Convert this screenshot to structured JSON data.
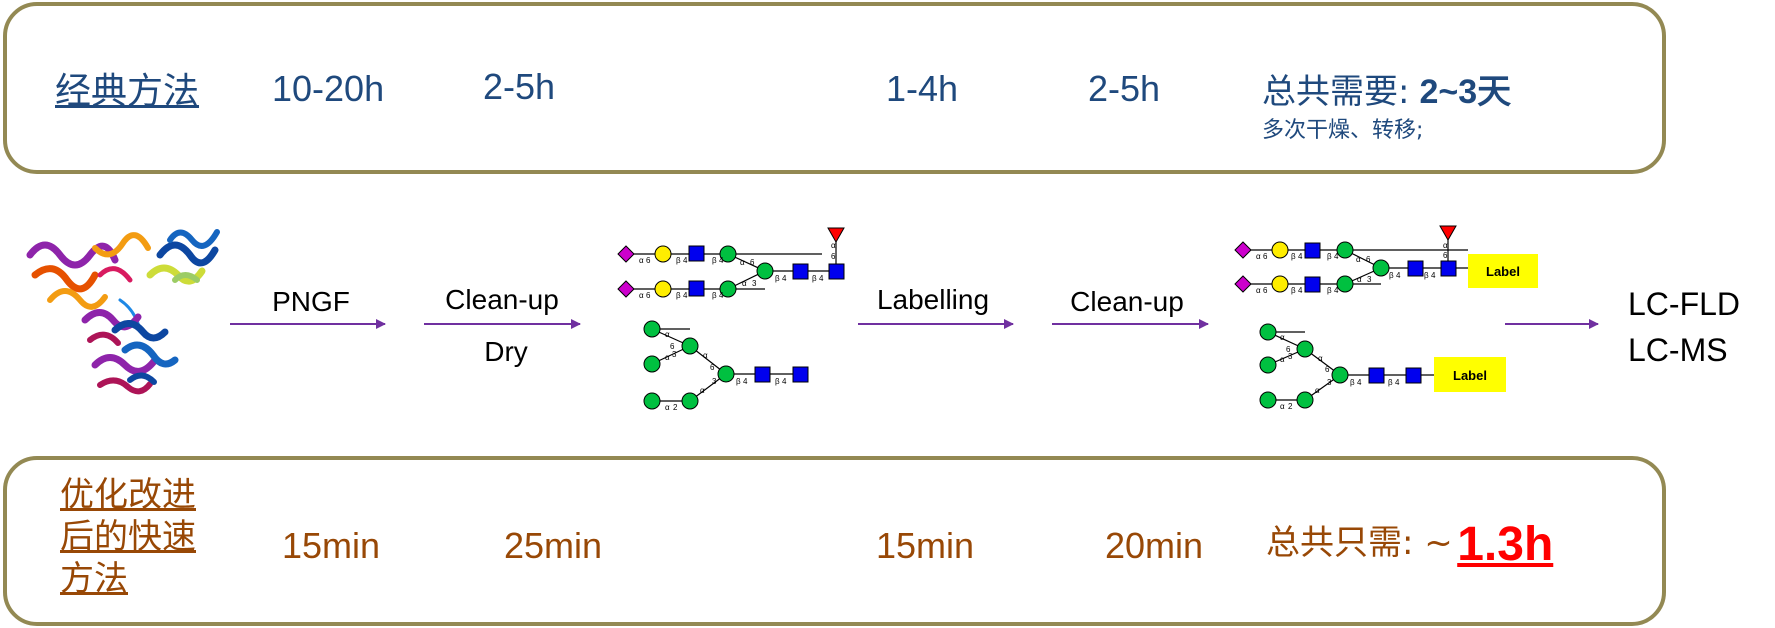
{
  "classic": {
    "title": "经典方法",
    "times": [
      "10-20h",
      "2-5h",
      "1-4h",
      "2-5h"
    ],
    "total_label": "总共需要:",
    "total_value": "2~3天",
    "note": "多次干燥、转移;"
  },
  "workflow": {
    "step1": "PNGF",
    "step2_line1": "Clean-up",
    "step2_line2": "Dry",
    "step3": "Labelling",
    "step4": "Clean-up",
    "outputs": [
      "LC-FLD",
      "LC-MS"
    ],
    "glycan_label": "Label",
    "linkages": {
      "alpha": "α",
      "beta": "β",
      "n2": "2",
      "n3": "3",
      "n4": "4",
      "n6": "6"
    }
  },
  "optimized": {
    "title_lines": [
      "优化改进",
      "后的快速",
      "方法"
    ],
    "times": [
      "15min",
      "25min",
      "15min",
      "20min"
    ],
    "total_label": "总共只需: ~",
    "total_value": "1.3h"
  },
  "colors": {
    "frame": "#938953",
    "classic_text": "#1f497d",
    "optimized_text": "#984806",
    "highlight": "#ff0000",
    "arrow": "#7030a0",
    "mannose": "#00c040",
    "galactose": "#ffee00",
    "glcnac": "#0000ee",
    "fucose": "#ff0000",
    "sialic": "#cc00cc",
    "label_box": "#ffff00"
  }
}
